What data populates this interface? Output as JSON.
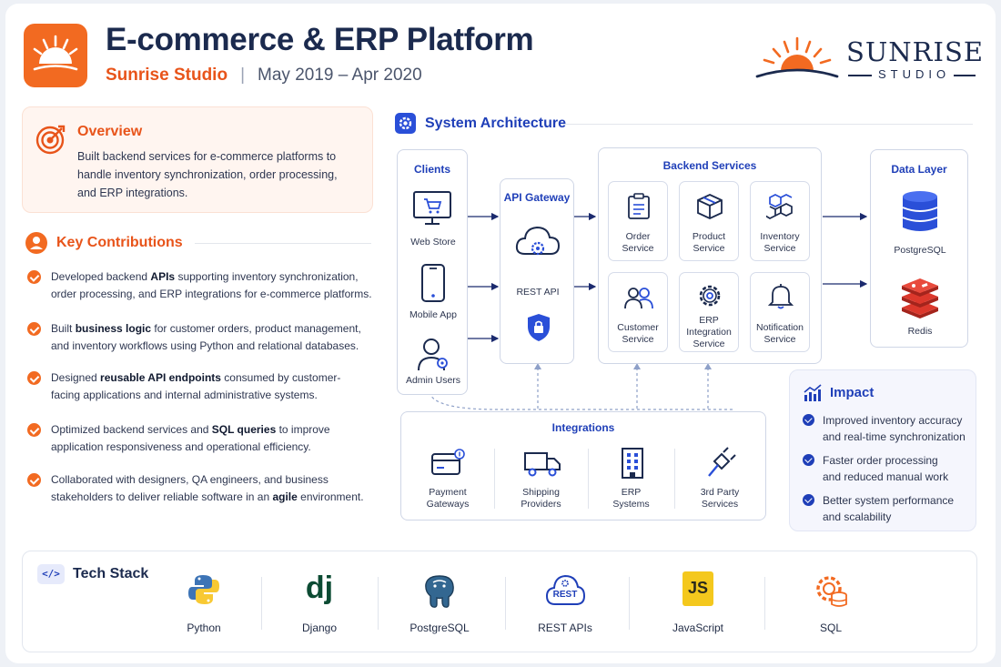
{
  "header": {
    "title": "E-commerce & ERP Platform",
    "studio": "Sunrise Studio",
    "separator": "|",
    "dates": "May 2019 – Apr 2020",
    "brand_name": "SUNRISE",
    "brand_sub": "STUDIO"
  },
  "overview": {
    "title": "Overview",
    "lines": [
      "Built backend services for e-commerce platforms to",
      "handle inventory synchronization, order processing,",
      "and ERP integrations."
    ]
  },
  "contributions": {
    "title": "Key Contributions",
    "items": [
      {
        "before": "Developed backend ",
        "bold": "APIs",
        "after": " supporting inventory synchronization, order processing, and ERP integrations for e-commerce platforms."
      },
      {
        "before": "Built ",
        "bold": "business logic",
        "after": " for customer orders, product management, and inventory workflows using Python and relational databases."
      },
      {
        "before": "Designed ",
        "bold": "reusable API endpoints",
        "after": " consumed by customer-facing applications and internal administrative systems."
      },
      {
        "before": "Optimized backend services and ",
        "bold": "SQL queries",
        "after": " to improve application responsiveness and operational efficiency."
      },
      {
        "before": "Collaborated with designers, QA engineers, and business stakeholders to deliver reliable software in an ",
        "bold": "agile",
        "after": " environment."
      }
    ]
  },
  "architecture": {
    "title": "System Architecture",
    "clients": {
      "title": "Clients",
      "items": [
        "Web Store",
        "Mobile App",
        "Admin Users"
      ]
    },
    "gateway": {
      "title": "API Gateway",
      "label": "REST API"
    },
    "backend": {
      "title": "Backend Services",
      "services": [
        [
          "Order",
          "Service"
        ],
        [
          "Product",
          "Service"
        ],
        [
          "Inventory",
          "Service"
        ],
        [
          "Customer",
          "Service"
        ],
        [
          "ERP",
          "Integration",
          "Service"
        ],
        [
          "Notification",
          "Service"
        ]
      ]
    },
    "data_layer": {
      "title": "Data Layer",
      "items": [
        "PostgreSQL",
        "Redis"
      ]
    },
    "integrations": {
      "title": "Integrations",
      "items": [
        [
          "Payment",
          "Gateways"
        ],
        [
          "Shipping",
          "Providers"
        ],
        [
          "ERP",
          "Systems"
        ],
        [
          "3rd Party",
          "Services"
        ]
      ]
    }
  },
  "impact": {
    "title": "Impact",
    "items": [
      [
        "Improved inventory accuracy",
        "and real-time synchronization"
      ],
      [
        "Faster order processing",
        "and reduced manual work"
      ],
      [
        "Better system performance",
        "and scalability"
      ]
    ]
  },
  "tech_stack": {
    "title": "Tech Stack",
    "badge": "</>",
    "items": [
      "Python",
      "Django",
      "PostgreSQL",
      "REST APIs",
      "JavaScript",
      "SQL"
    ],
    "django_mark": "dj",
    "js_mark": "JS",
    "rest_mark": "REST"
  },
  "colors": {
    "accent_orange": "#f26a21",
    "accent_blue": "#1f3fb8",
    "navy": "#1b2a4e"
  }
}
